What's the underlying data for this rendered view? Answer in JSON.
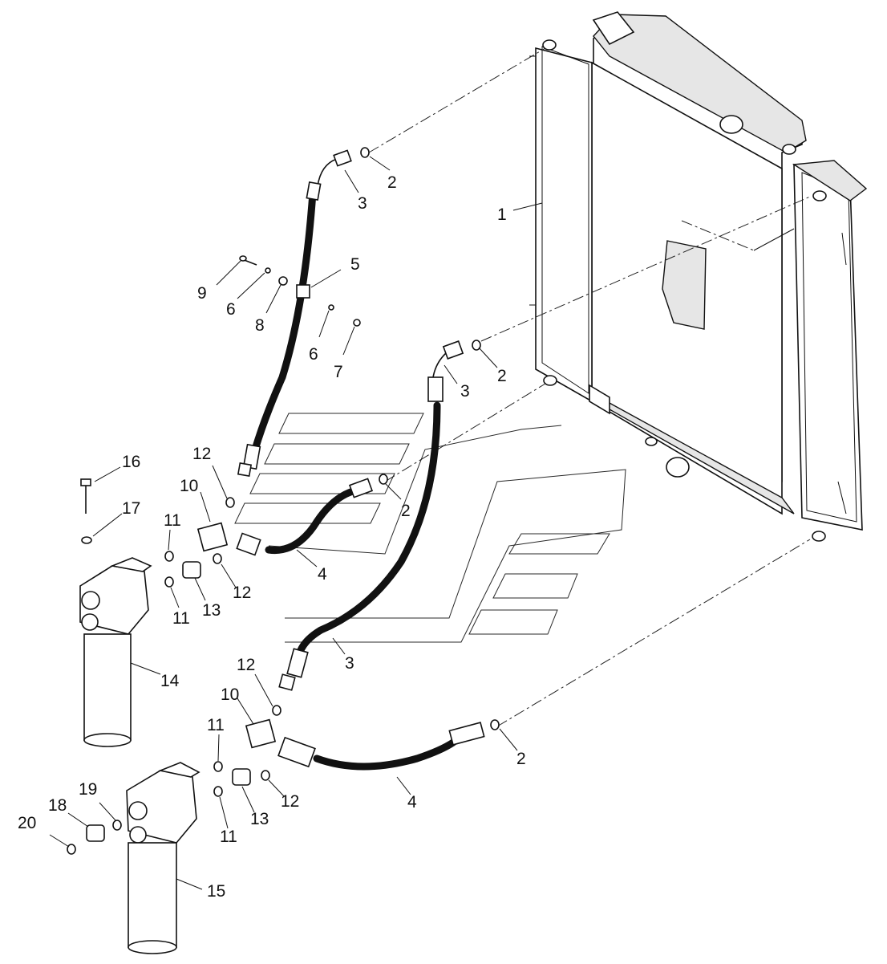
{
  "diagram": {
    "callouts": [
      {
        "id": "c1",
        "text": "1"
      },
      {
        "id": "c2a",
        "text": "2"
      },
      {
        "id": "c3a",
        "text": "3"
      },
      {
        "id": "c5",
        "text": "5"
      },
      {
        "id": "c9",
        "text": "9"
      },
      {
        "id": "c6a",
        "text": "6"
      },
      {
        "id": "c8",
        "text": "8"
      },
      {
        "id": "c6b",
        "text": "6"
      },
      {
        "id": "c7",
        "text": "7"
      },
      {
        "id": "c2b",
        "text": "2"
      },
      {
        "id": "c3b",
        "text": "3"
      },
      {
        "id": "c16",
        "text": "16"
      },
      {
        "id": "c12a",
        "text": "12"
      },
      {
        "id": "c10a",
        "text": "10"
      },
      {
        "id": "c2c",
        "text": "2"
      },
      {
        "id": "c17",
        "text": "17"
      },
      {
        "id": "c11a",
        "text": "11"
      },
      {
        "id": "c4a",
        "text": "4"
      },
      {
        "id": "c12b",
        "text": "12"
      },
      {
        "id": "c11b",
        "text": "11"
      },
      {
        "id": "c13a",
        "text": "13"
      },
      {
        "id": "c3c",
        "text": "3"
      },
      {
        "id": "c14",
        "text": "14"
      },
      {
        "id": "c12c",
        "text": "12"
      },
      {
        "id": "c10b",
        "text": "10"
      },
      {
        "id": "c11c",
        "text": "11"
      },
      {
        "id": "c2d",
        "text": "2"
      },
      {
        "id": "c19",
        "text": "19"
      },
      {
        "id": "c4b",
        "text": "4"
      },
      {
        "id": "c18",
        "text": "18"
      },
      {
        "id": "c12d",
        "text": "12"
      },
      {
        "id": "c20",
        "text": "20"
      },
      {
        "id": "c13b",
        "text": "13"
      },
      {
        "id": "c11d",
        "text": "11"
      },
      {
        "id": "c15",
        "text": "15"
      }
    ]
  }
}
